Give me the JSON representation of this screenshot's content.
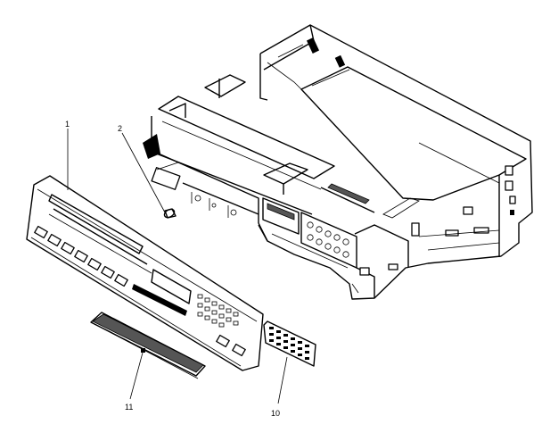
{
  "callouts": {
    "front_panel": "1",
    "knob": "2",
    "terminal_plate": "10",
    "door": "11"
  }
}
